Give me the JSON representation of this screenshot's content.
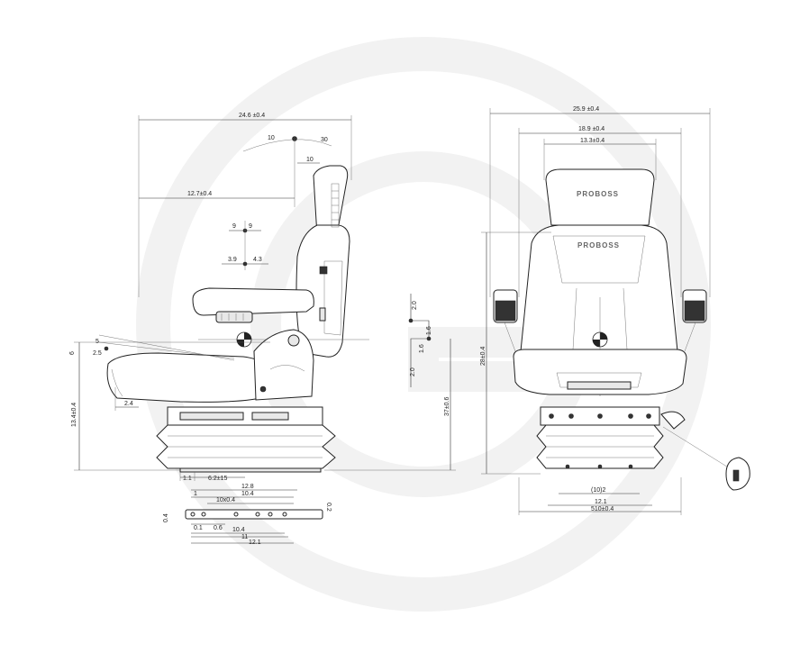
{
  "side_view": {
    "dim_overall_depth": "24.6 ±0.4",
    "dim_angle_10": "10",
    "dim_angle_30": "30",
    "dim_headrest_10": "10",
    "dim_seat_depth": "12.7±0.4",
    "dim_9a": "9",
    "dim_9b": "9",
    "dim_3_9": "3.9",
    "dim_4_3": "4.3",
    "dim_6": "6",
    "dim_2_5": "2.5",
    "dim_5": "5",
    "dim_2_4": "2.4",
    "dim_height_left": "13.4±0.4",
    "dim_1_1": "1.1",
    "dim_6_2": "6.2±15",
    "dim_12_8": "12.8",
    "dim_1": "1",
    "dim_10_4_top": "10.4",
    "dim_10x0_4": "10x0.4",
    "dim_0_2": "0.2",
    "dim_0_4": "0.4",
    "dim_0_1": "0.1",
    "dim_0_6": "0.6",
    "dim_10_4_bottom": "10.4",
    "dim_11": "11",
    "dim_12_1": "12.1",
    "dim_2_0_top": "2.0",
    "dim_1_6a": "1.6",
    "dim_1_6b": "1.6",
    "dim_2_0_bottom": "2.0",
    "dim_height_right": "37±0.6"
  },
  "front_view": {
    "brand_headrest": "PROBOSS",
    "brand_backrest": "PROBOSS",
    "dim_overall_width": "25.9 ±0.4",
    "dim_armrest_width": "18.9 ±0.4",
    "dim_backrest_width": "13.3±0.4",
    "dim_back_height": "28±0.4",
    "dim_10_2": "(10)2",
    "dim_12_1": "12.1",
    "dim_base": "510±0.4"
  }
}
